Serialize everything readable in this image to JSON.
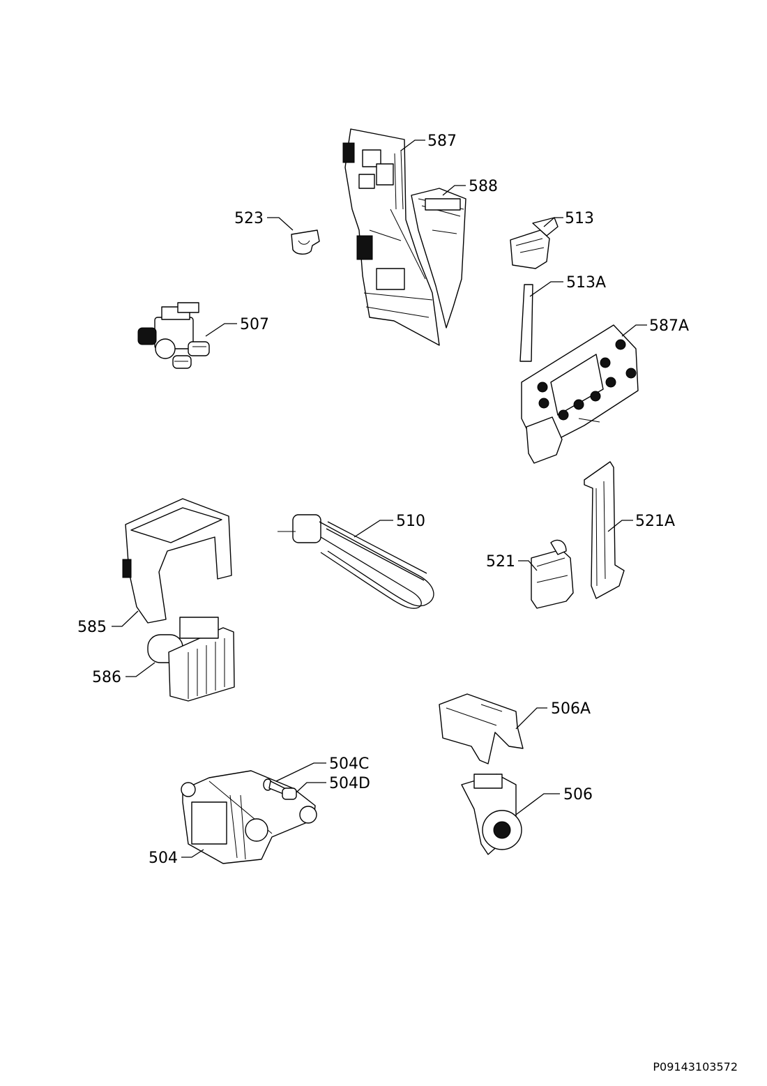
{
  "document_id": "P09143103572",
  "callouts": {
    "c587": "587",
    "c588": "588",
    "c523": "523",
    "c513": "513",
    "c513A": "513A",
    "c507": "507",
    "c587A": "587A",
    "c510": "510",
    "c521A": "521A",
    "c521": "521",
    "c585": "585",
    "c586": "586",
    "c506A": "506A",
    "c504C": "504C",
    "c504D": "504D",
    "c506": "506",
    "c504": "504"
  }
}
